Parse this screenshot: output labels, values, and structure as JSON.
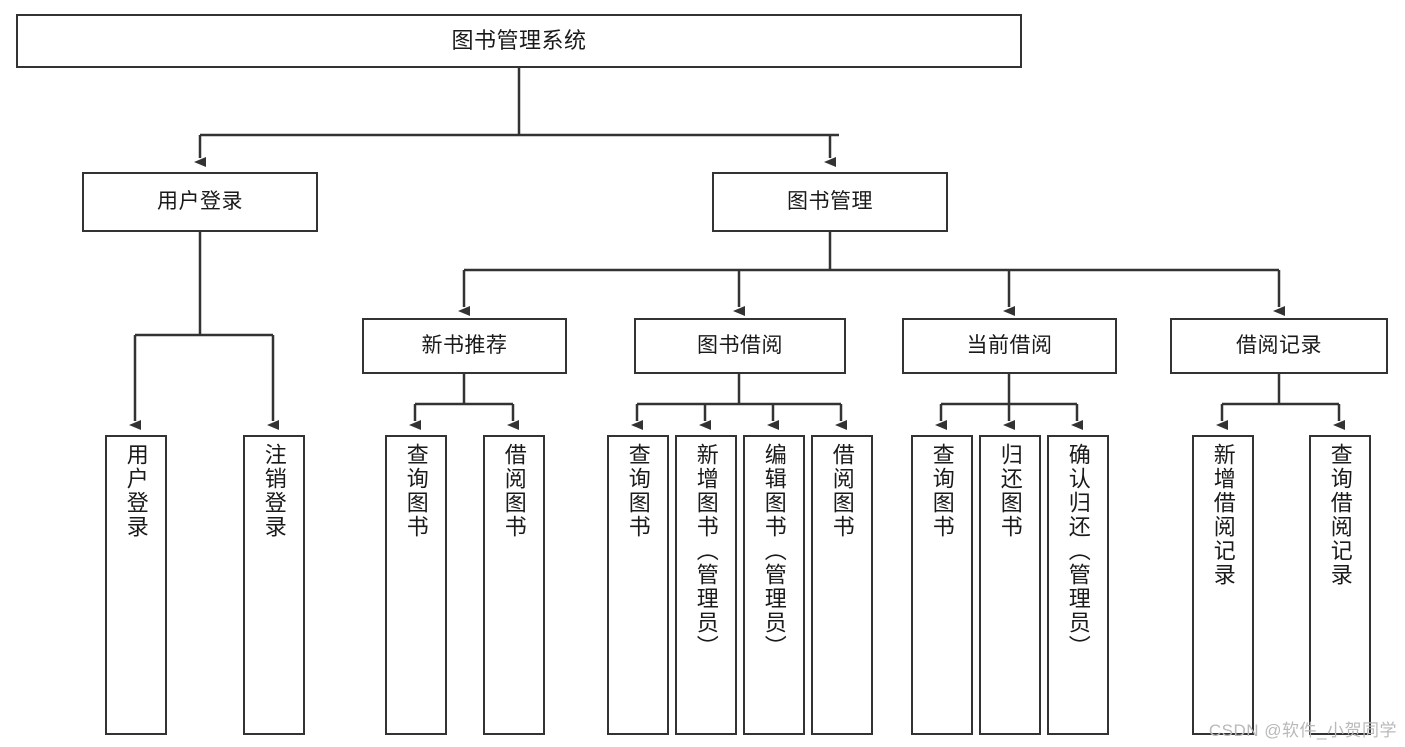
{
  "diagram": {
    "title": "图书管理系统",
    "type": "tree",
    "stroke_color": "#333333",
    "fill_color": "#ffffff",
    "text_color": "#1a1a1a",
    "watermark": "CSDN @软件_小贺同学"
  },
  "nodes": {
    "root": {
      "label": "图书管理系统"
    },
    "level1": [
      {
        "label": "用户登录"
      },
      {
        "label": "图书管理"
      }
    ],
    "level2": [
      {
        "label": "新书推荐"
      },
      {
        "label": "图书借阅"
      },
      {
        "label": "当前借阅"
      },
      {
        "label": "借阅记录"
      }
    ],
    "leaves": {
      "user_login": [
        {
          "label": "用户登录"
        },
        {
          "label": "注销登录"
        }
      ],
      "new_book_recommend": [
        {
          "label": "查询图书"
        },
        {
          "label": "借阅图书"
        }
      ],
      "book_borrow": [
        {
          "label": "查询图书"
        },
        {
          "label": "新增图书（管理员）"
        },
        {
          "label": "编辑图书（管理员）"
        },
        {
          "label": "借阅图书"
        }
      ],
      "current_borrow": [
        {
          "label": "查询图书"
        },
        {
          "label": "归还图书"
        },
        {
          "label": "确认归还（管理员）"
        }
      ],
      "borrow_record": [
        {
          "label": "新增借阅记录"
        },
        {
          "label": "查询借阅记录"
        }
      ]
    }
  }
}
